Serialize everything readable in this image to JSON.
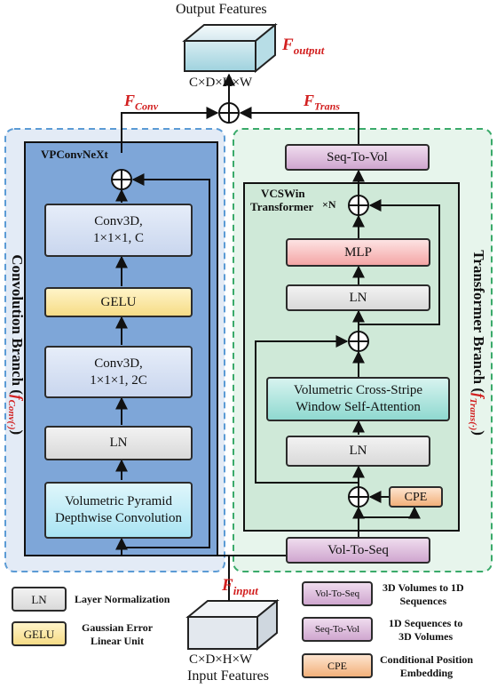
{
  "output": {
    "title": "Output Features",
    "symbol": "F",
    "subscript": "output",
    "dims": "C×D×H×W"
  },
  "input": {
    "title": "Input Features",
    "symbol": "F",
    "subscript": "input",
    "dims": "C×D×H×W"
  },
  "merge": {
    "conv_symbol": "F",
    "conv_sub": "Conv",
    "trans_symbol": "F",
    "trans_sub": "Trans"
  },
  "conv_branch": {
    "title": "Convolution Branch (",
    "func": "f",
    "func_sub": "Conv(·)",
    "close": ")",
    "block_title": "VPConvNeXt",
    "conv3d_a_l1": "Conv3D,",
    "conv3d_a_l2": "1×1×1, C",
    "gelu": "GELU",
    "conv3d_b_l1": "Conv3D,",
    "conv3d_b_l2": "1×1×1, 2C",
    "ln": "LN",
    "vpdc_l1": "Volumetric Pyramid",
    "vpdc_l2": "Depthwise Convolution"
  },
  "trans_branch": {
    "title": "Transformer Branch (",
    "func": "f",
    "func_sub": "Trans(·)",
    "close": ")",
    "seq_to_vol": "Seq-To-Vol",
    "block_title_l1": "VCSWin",
    "block_title_l2": "Transformer",
    "repeat": "×N",
    "mlp": "MLP",
    "ln_top": "LN",
    "attn_l1": "Volumetric Cross-Stripe",
    "attn_l2": "Window Self-Attention",
    "ln_bottom": "LN",
    "cpe": "CPE",
    "vol_to_seq": "Vol-To-Seq"
  },
  "legend": [
    {
      "key": "LN",
      "desc_l1": "Layer Normalization",
      "desc_l2": ""
    },
    {
      "key": "GELU",
      "desc_l1": "Gaussian Error",
      "desc_l2": "Linear Unit"
    },
    {
      "key": "Vol-To-Seq",
      "desc_l1": "3D Volumes to 1D",
      "desc_l2": "Sequences"
    },
    {
      "key": "Seq-To-Vol",
      "desc_l1": "1D Sequences to",
      "desc_l2": "3D Volumes"
    },
    {
      "key": "CPE",
      "desc_l1": "Conditional Position",
      "desc_l2": "Embedding"
    }
  ],
  "colors": {
    "conv_region": "#e3ebf6",
    "conv_block": "#7ea6d8",
    "trans_region": "#e7f5ec",
    "trans_block": "#cfe9d8",
    "accent_red": "#d21f1f"
  }
}
